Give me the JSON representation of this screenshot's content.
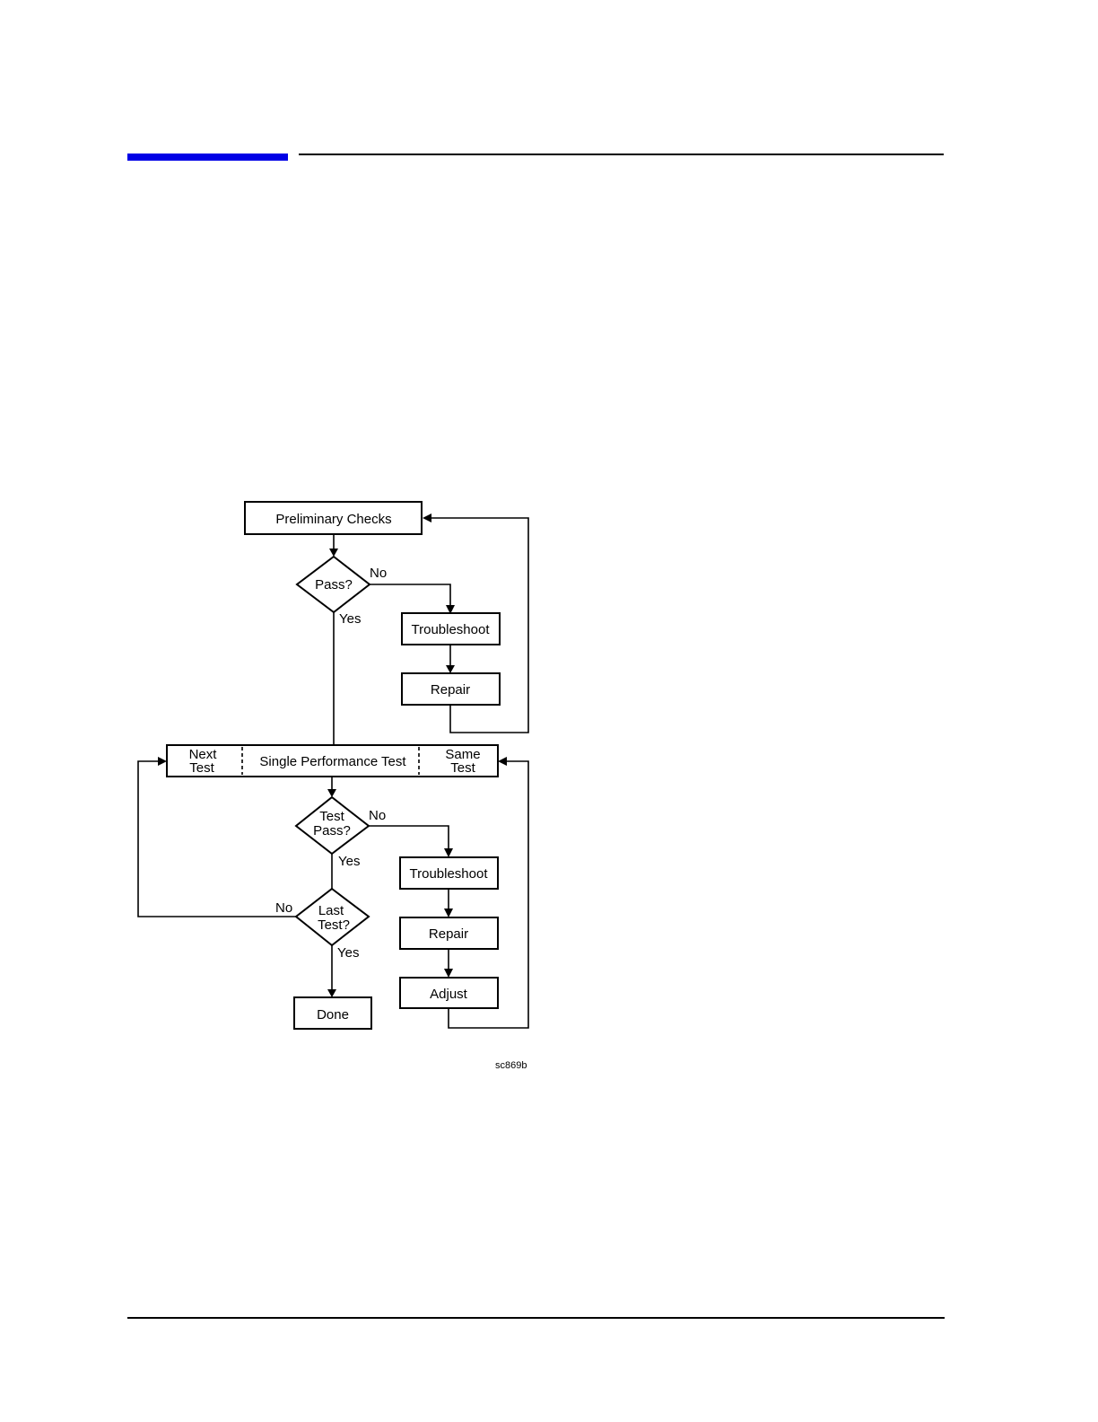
{
  "header": {
    "accent_color": "#0000e6",
    "rule_color": "#000000"
  },
  "flowchart": {
    "preliminary_checks": "Preliminary Checks",
    "pass_decision": "Pass?",
    "pass_no": "No",
    "pass_yes": "Yes",
    "troubleshoot_1": "Troubleshoot",
    "repair_1": "Repair",
    "next_test_line1": "Next",
    "next_test_line2": "Test",
    "single_performance_test": "Single Performance Test",
    "same_test_line1": "Same",
    "same_test_line2": "Test",
    "test_pass_line1": "Test",
    "test_pass_line2": "Pass?",
    "test_pass_no": "No",
    "test_pass_yes": "Yes",
    "troubleshoot_2": "Troubleshoot",
    "repair_2": "Repair",
    "adjust": "Adjust",
    "last_test_line1": "Last",
    "last_test_line2": "Test?",
    "last_test_no": "No",
    "last_test_yes": "Yes",
    "done": "Done",
    "figure_id": "sc869b"
  }
}
